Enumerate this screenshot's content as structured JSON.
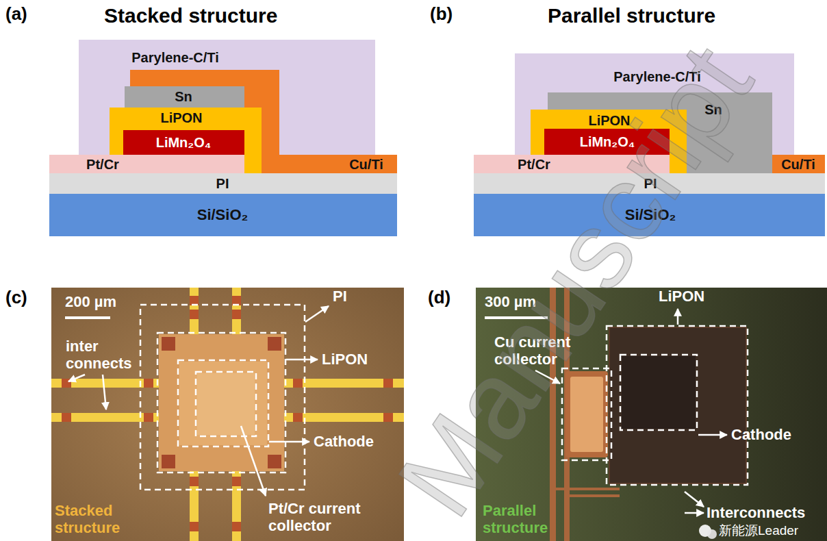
{
  "diagram": {
    "nodes": [
      {
        "text": [
          "Parylene-C/Ti"
        ]
      },
      {
        "text": [
          "Sn"
        ],
        "in": 0
      },
      {
        "text": [
          "LiPON"
        ],
        "in": 0
      },
      {
        "text": [
          "LiMn₂O₄"
        ],
        "in": 2
      },
      {
        "text": [
          "Pt/Cr"
        ]
      },
      {
        "text": [
          "Cu/Ti"
        ]
      },
      {
        "text": [
          "PI"
        ]
      },
      {
        "text": [
          "Si/SiO₂"
        ]
      },
      {
        "text": [
          "Parylene-C/Ti"
        ]
      },
      {
        "text": [
          "Sn"
        ],
        "in": 8
      },
      {
        "text": [
          "LiPON"
        ],
        "in": 8
      },
      {
        "text": [
          "LiMn₂O₄"
        ],
        "in": 10
      },
      {
        "text": [
          "Pt/Cr"
        ]
      },
      {
        "text": [
          "Cu/Ti"
        ]
      },
      {
        "text": [
          "PI"
        ]
      },
      {
        "text": [
          "Si/SiO₂"
        ]
      }
    ],
    "labels": [
      "(a)",
      "Stacked structure",
      "(b)",
      "Parallel structure",
      "(c)",
      "200 µm",
      "inter connects",
      "PI",
      "LiPON",
      "Cathode",
      "Pt/Cr current collector",
      "Stacked structure",
      "(d)",
      "300 µm",
      "Cu current collector",
      "LiPON",
      "Cathode",
      "Interconnects",
      "Parallel structure",
      "Manuscript",
      "新能源Leader"
    ]
  }
}
